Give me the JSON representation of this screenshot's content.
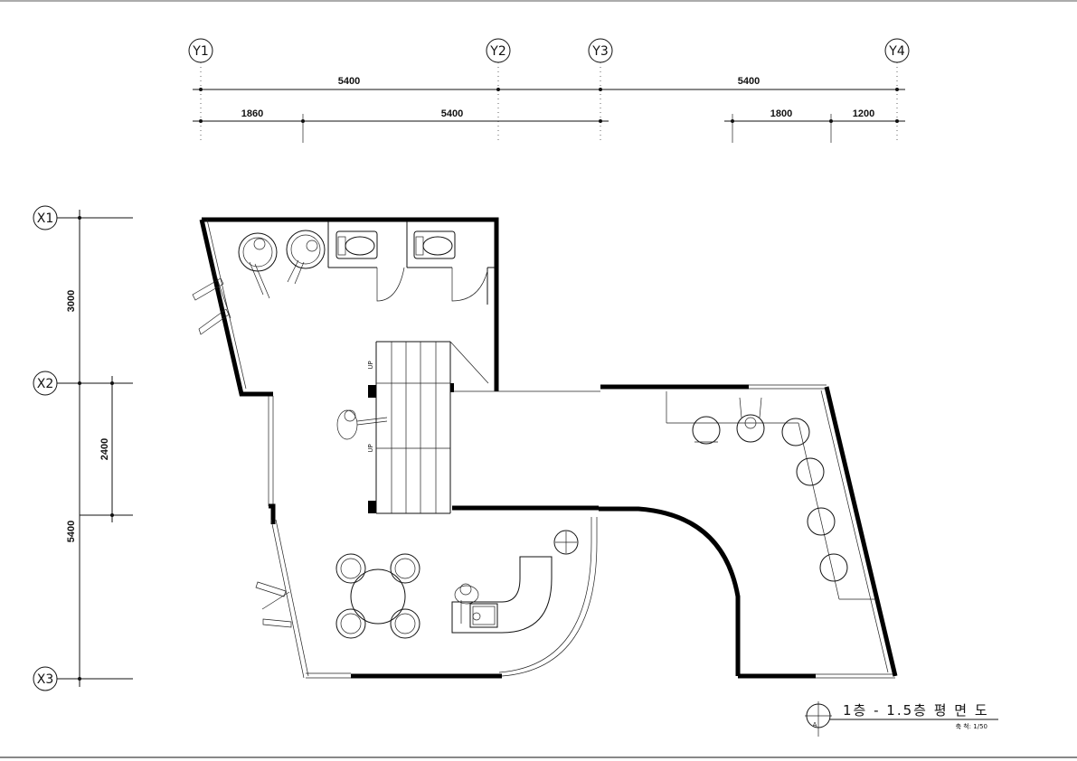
{
  "grid": {
    "y_axes": [
      "Y1",
      "Y2",
      "Y3",
      "Y4"
    ],
    "x_axes": [
      "X1",
      "X2",
      "X3"
    ]
  },
  "dimensions": {
    "top_overall_1": "5400",
    "top_overall_2": "5400",
    "top_sub_1": "1860",
    "top_sub_2": "5400",
    "top_sub_3": "1800",
    "top_sub_4": "1200",
    "left_1": "3000",
    "left_2": "5400",
    "left_inner": "2400"
  },
  "stairs": {
    "up_label_1": "UP",
    "up_label_2": "UP"
  },
  "title_block": {
    "title": "1층 - 1.5층 평 면 도",
    "scale": "축 척: 1/50",
    "section_mark": "A"
  }
}
